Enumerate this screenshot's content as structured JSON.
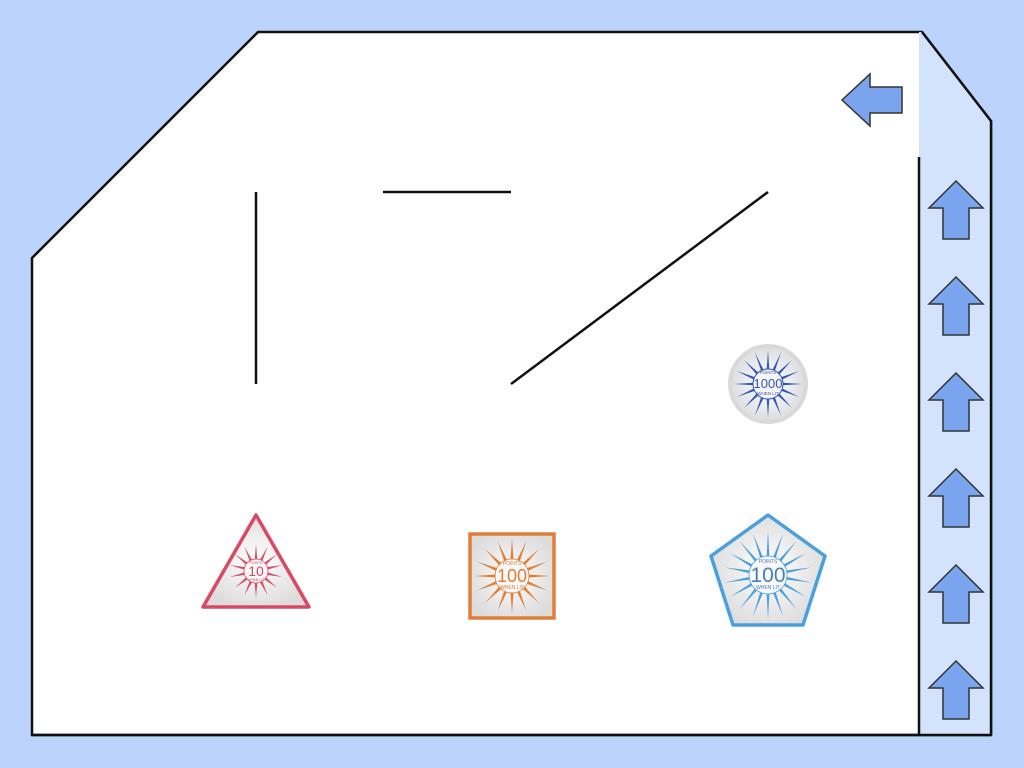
{
  "colors": {
    "background": "#bcd4fb",
    "field": "#ffffff",
    "lane": "#d4e3fc",
    "arrow_fill": "#7aa4ee",
    "outline": "#111111",
    "bumper_10": "#d84a63",
    "bumper_100_square": "#e07e37",
    "bumper_100_pentagon": "#4aa0dd",
    "bumper_1000": "#3455b8"
  },
  "back_button": {
    "icon": "left-arrow-icon"
  },
  "launch_buttons": [
    {
      "icon": "up-arrow-icon"
    },
    {
      "icon": "up-arrow-icon"
    },
    {
      "icon": "up-arrow-icon"
    },
    {
      "icon": "up-arrow-icon"
    },
    {
      "icon": "up-arrow-icon"
    },
    {
      "icon": "up-arrow-icon"
    }
  ],
  "bumpers": {
    "round_1000": {
      "points": "1000",
      "top": "POINTS",
      "bottom": "WHEN LIT"
    },
    "triangle_10": {
      "points": "10",
      "top": "POINTS",
      "bottom": "WHEN LIT"
    },
    "square_100": {
      "points": "100",
      "top": "POINTS",
      "bottom": "WHEN LIT"
    },
    "pentagon_100": {
      "points": "100",
      "top": "POINTS",
      "bottom": "WHEN LIT"
    }
  }
}
